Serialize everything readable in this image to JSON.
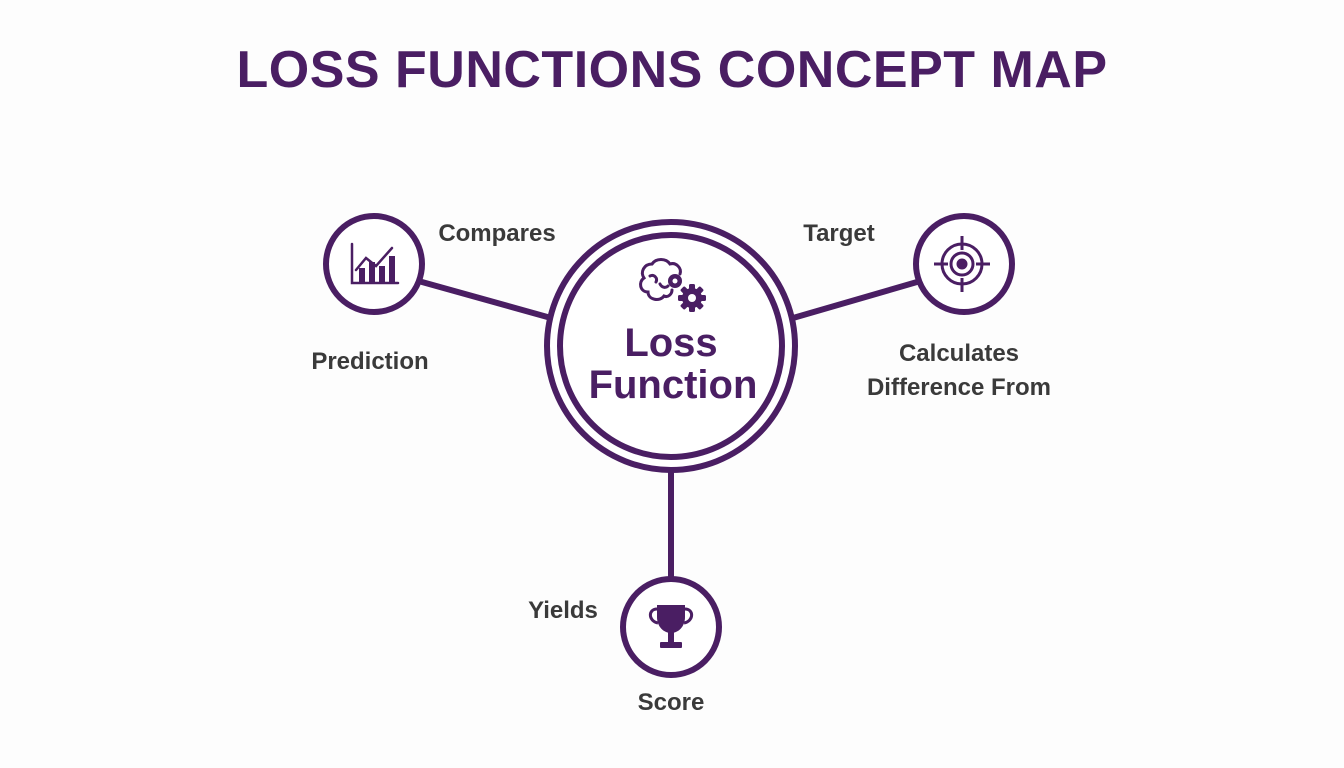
{
  "title": "LOSS FUNCTIONS CONCEPT MAP",
  "colors": {
    "primary": "#4a1e63",
    "text": "#3a3a3a",
    "background": "#fdfdfd"
  },
  "center": {
    "line1": "Loss",
    "line2": "Function",
    "icon": "brain-gears-icon"
  },
  "nodes": {
    "prediction": {
      "label": "Prediction",
      "edge_label": "Compares",
      "icon": "bar-chart-icon"
    },
    "target": {
      "label_line1": "Calculates",
      "label_line2": "Difference From",
      "edge_label": "Target",
      "icon": "target-icon"
    },
    "score": {
      "label": "Score",
      "edge_label": "Yields",
      "icon": "trophy-icon"
    }
  }
}
